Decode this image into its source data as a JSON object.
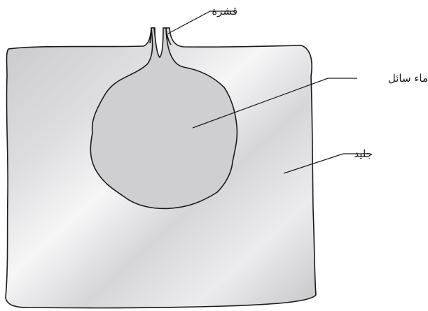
{
  "labels": {
    "crust": "قشرة",
    "liquid_water": "ماء سائل",
    "ice": "جليد"
  },
  "colors": {
    "outline": "#1a1a1a",
    "ice_fill_light": "#f4f4f5",
    "ice_fill_mid": "#dcdcde",
    "ice_fill_dark": "#c4c4c7",
    "water_fill": "#cfcfd1",
    "leader_line": "#1a1a1a"
  }
}
